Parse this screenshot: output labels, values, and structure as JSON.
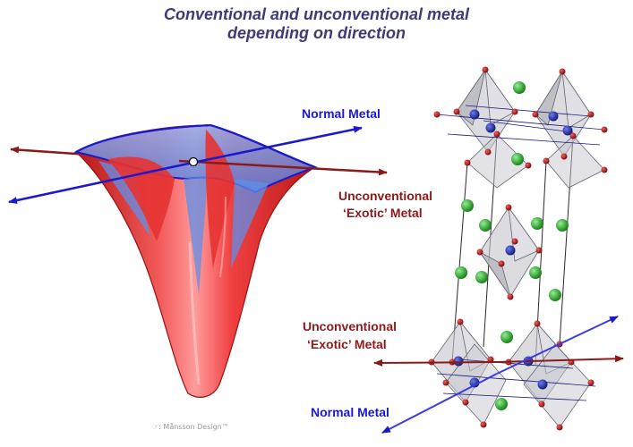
{
  "title": {
    "line1": "Conventional and unconventional metal",
    "line2": "depending on direction"
  },
  "labels": {
    "normal_metal_top": "Normal Metal",
    "unconventional_right_line1": "Unconventional",
    "unconventional_right_line2": "‘Exotic’ Metal",
    "unconventional_lower_line1": "Unconventional",
    "unconventional_lower_line2": "‘Exotic’ Metal",
    "normal_metal_bottom": "Normal Metal"
  },
  "credit": "☞: Månsson Design™",
  "colors": {
    "title": "#3d3a78",
    "normal_metal": "#1a1acc",
    "unconventional": "#8b1a1a",
    "surface_red": "#e02a2a",
    "surface_blue": "#5f8fe8",
    "octahedron": "#c8c8d0",
    "oxygen_atom": "#b01010",
    "metal_atom": "#1a2a9a",
    "green_atom": "#1f9e1f"
  }
}
